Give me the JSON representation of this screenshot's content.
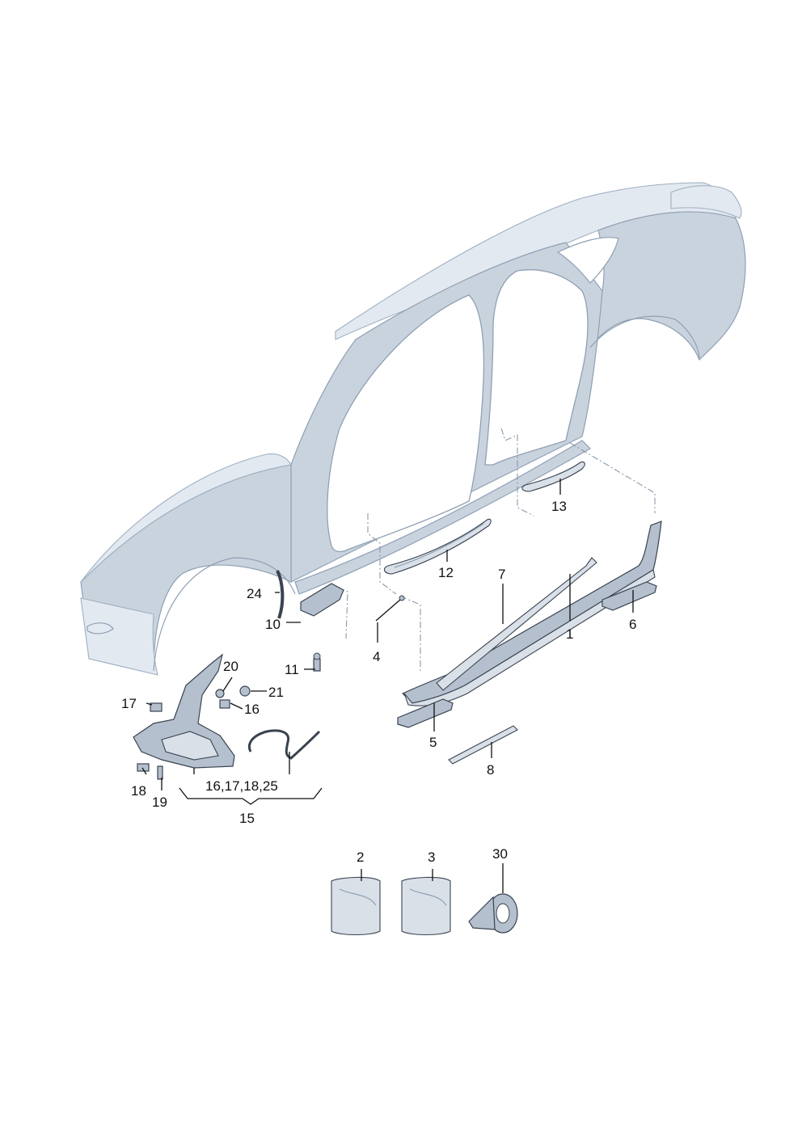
{
  "diagram": {
    "labels": [
      {
        "id": "1",
        "text": "1"
      },
      {
        "id": "2",
        "text": "2"
      },
      {
        "id": "3",
        "text": "3"
      },
      {
        "id": "4",
        "text": "4"
      },
      {
        "id": "5",
        "text": "5"
      },
      {
        "id": "6",
        "text": "6"
      },
      {
        "id": "7",
        "text": "7"
      },
      {
        "id": "8",
        "text": "8"
      },
      {
        "id": "10",
        "text": "10"
      },
      {
        "id": "11",
        "text": "11"
      },
      {
        "id": "12",
        "text": "12"
      },
      {
        "id": "13",
        "text": "13"
      },
      {
        "id": "15",
        "text": "15"
      },
      {
        "id": "16a",
        "text": "16"
      },
      {
        "id": "group",
        "text": "16,17,18,25"
      },
      {
        "id": "17",
        "text": "17"
      },
      {
        "id": "18",
        "text": "18"
      },
      {
        "id": "19",
        "text": "19"
      },
      {
        "id": "20",
        "text": "20"
      },
      {
        "id": "21",
        "text": "21"
      },
      {
        "id": "24",
        "text": "24"
      },
      {
        "id": "30",
        "text": "30"
      }
    ],
    "colors": {
      "body_fill": "#c9d3de",
      "body_stroke": "#8fa0b3",
      "part_fill": "#b4c0cd",
      "line": "#111111"
    }
  }
}
